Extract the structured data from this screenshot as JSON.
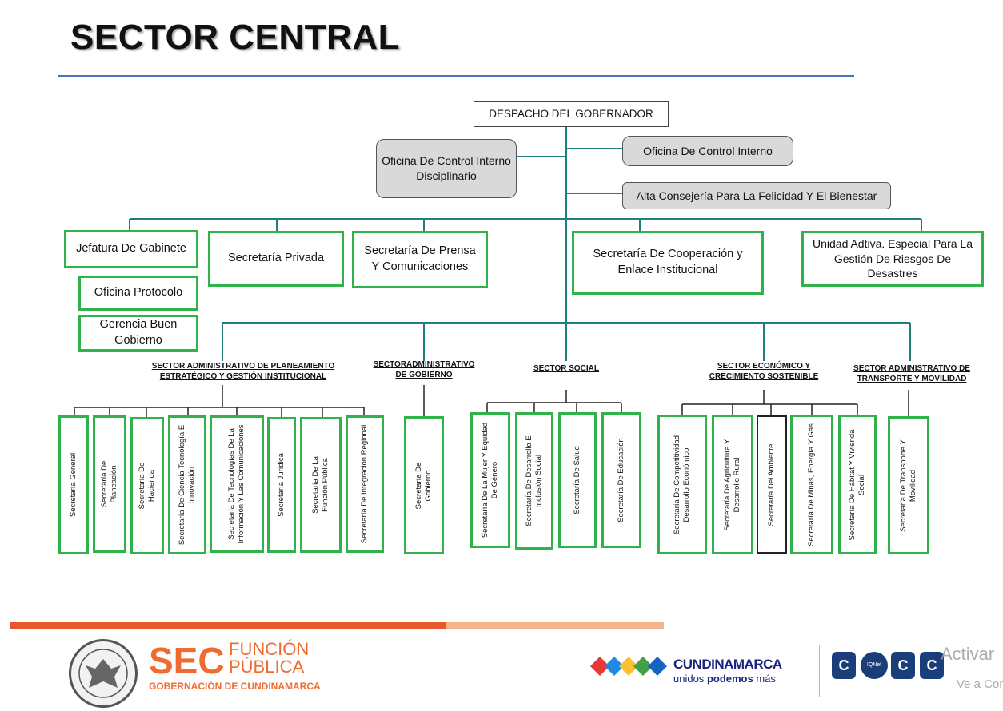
{
  "title": "SECTOR CENTRAL",
  "top": {
    "despacho": "DESPACHO DEL GOBERNADOR",
    "oficina_disciplinario": "Oficina De Control Interno Disciplinario",
    "oficina_control_interno": "Oficina De Control Interno",
    "alta_consejeria": "Alta Consejería Para La Felicidad Y El Bienestar"
  },
  "dependencias": {
    "jefatura": "Jefatura De Gabinete",
    "protocolo": "Oficina Protocolo",
    "gerencia": "Gerencia Buen Gobierno",
    "privada": "Secretaría Privada",
    "prensa": "Secretaría De Prensa Y Comunicaciones",
    "cooperacion": "Secretaría De Cooperación y Enlace Institucional",
    "riesgos": "Unidad Adtiva. Especial Para La Gestión De Riesgos De Desastres"
  },
  "sectores": {
    "planeamiento": "SECTOR ADMINISTRATIVO DE PLANEAMIENTO ESTRATÉGICO Y GESTIÓN INSTITUCIONAL",
    "gobierno": "SECTORADMINISTRATIVO DE GOBIERNO",
    "social": "SECTOR SOCIAL",
    "economico": "SECTOR ECONÓMICO Y CRECIMIENTO SOSTENIBLE",
    "transporte": "SECTOR ADMINISTRATIVO DE TRANSPORTE Y MOVILIDAD"
  },
  "secretarias": {
    "general": "Secretaría General",
    "planeacion": "Secretaría De Planeación",
    "hacienda": "Secretaría De Hacienda",
    "ciencia": "Secretaría De Ciencia Tecnología E Innovación",
    "tic": "Secretaría De Tecnologías De La Información Y Las Comunicaciones",
    "juridica": "Secretaría Jurídica",
    "funcion_publica": "Secretaría De La Función Pública",
    "integracion": "Secretaría De Integración Regional",
    "gobierno": "Secretaría De Gobierno",
    "mujer": "Secretaría De La Mujer Y Equidad De Género",
    "desarrollo_social": "Secretaría De Desarrollo E Inclusión Social",
    "salud": "Secretaría De Salud",
    "educacion": "Secretaría De Educación",
    "competitividad": "Secretaría De Competitividad Desarrollo Económico",
    "agricultura": "Secretaría De Agricultura Y Desarrollo Rural",
    "ambiente": "Secretaría Del Ambiente",
    "minas": "Secretaría De Minas, Energía Y Gas",
    "habitat": "Secretaría De Hábitat Y Vivienda Social",
    "transporte": "Secretaría De Transporte Y Movilidad"
  },
  "footer": {
    "sec": "SEC",
    "funcion": "FUNCIÓN",
    "publica": "PÚBLICA",
    "gobernacion": "GOBERNACIÓN DE CUNDINAMARCA",
    "cundinamarca": "CUNDINAMARCA",
    "lema_1": "unidos",
    "lema_2": "podemos",
    "lema_3": "más",
    "activar": "Activar",
    "watermark_2": "Ve a Conf",
    "cert_1": "C",
    "cert_2": "IQNet",
    "cert_3": "C",
    "cert_4": "C"
  },
  "colors": {
    "green": "#2fb34a",
    "teal": "#1f7f7a",
    "rule": "#4f72b8",
    "orange": "#e8582a",
    "peach": "#f4b48c"
  }
}
